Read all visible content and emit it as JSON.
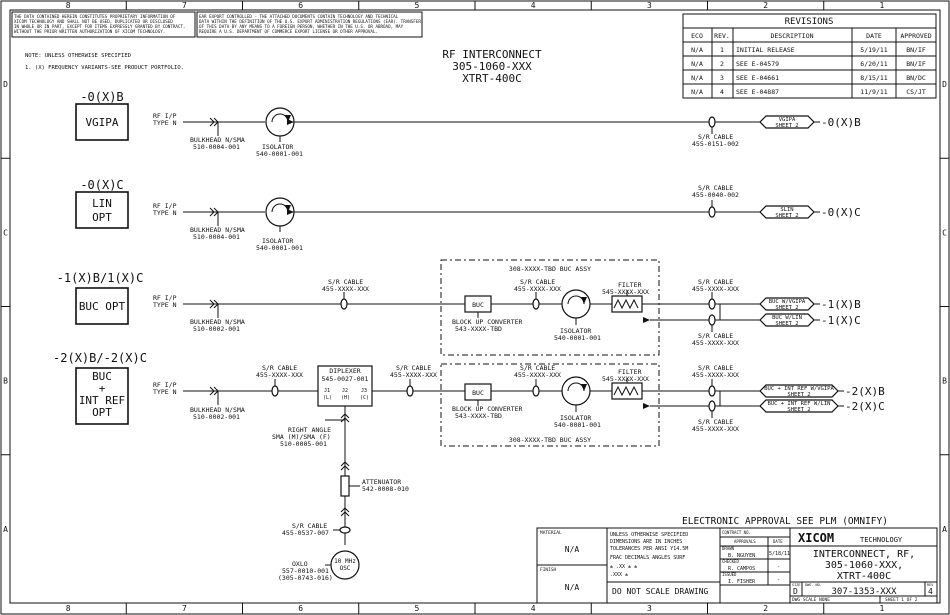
{
  "zones": {
    "columns": [
      "8",
      "7",
      "6",
      "5",
      "4",
      "3",
      "2",
      "1"
    ],
    "rows": [
      "D",
      "C",
      "B",
      "A"
    ]
  },
  "notices": {
    "proprietary": [
      "THE DATA CONTAINED HEREIN CONSTITUTES PROPRIETARY INFORMATION OF",
      "XICOM TECHNOLOGY AND SHALL NOT BE USED, DUPLICATED OR DISCLOSED",
      "IN WHOLE OR IN PART, EXCEPT FOR ITEMS EXPRESSLY GRANTED BY CONTRACT,",
      "WITHOUT THE PRIOR WRITTEN AUTHORIZATION OF XICOM TECHNOLOGY."
    ],
    "export": [
      "EAR EXPORT CONTROLLED - THE ATTACHED DOCUMENTS CONTAIN TECHNOLOGY AND TECHNICAL",
      "DATA WITHIN THE DEFINITION OF THE U.S. EXPORT ADMINISTRATION REGULATIONS (EAR). TRANSFER",
      "OF THIS DATA BY ANY MEANS TO A FOREIGN PERSON, WHETHER IN THE U.S. OR ABROAD, MAY",
      "REQUIRE A U.S. DEPARTMENT OF COMMERCE EXPORT LICENSE OR OTHER APPROVAL."
    ]
  },
  "notes": {
    "line1": "NOTE: UNLESS OTHERWISE SPECIFIED",
    "line2": "1. (X) FREQUENCY VARIANTS-SEE PRODUCT PORTFOLIO."
  },
  "title_block_top": {
    "line1": "RF INTERCONNECT",
    "line2": "305-1060-XXX",
    "line3": "XTRT-400C"
  },
  "revisions": {
    "title": "REVISIONS",
    "headers": [
      "ECO",
      "REV.",
      "DESCRIPTION",
      "DATE",
      "APPROVED"
    ],
    "rows": [
      [
        "N/A",
        "1",
        "INITIAL RELEASE",
        "5/19/11",
        "BN/IF"
      ],
      [
        "N/A",
        "2",
        "SEE E-04579",
        "6/20/11",
        "BN/IF"
      ],
      [
        "N/A",
        "3",
        "SEE E-04661",
        "8/15/11",
        "BN/DC"
      ],
      [
        "N/A",
        "4",
        "SEE E-04887",
        "11/9/11",
        "CS/JT"
      ]
    ]
  },
  "options": [
    {
      "code": "-0(X)B",
      "label": [
        "VGIPA"
      ]
    },
    {
      "code": "-0(X)C",
      "label": [
        "LIN",
        "OPT"
      ]
    },
    {
      "code": "-1(X)B/1(X)C",
      "label": [
        "BUC OPT"
      ]
    },
    {
      "code": "-2(X)B/-2(X)C",
      "label": [
        "BUC",
        "+",
        "INT REF",
        "OPT"
      ]
    }
  ],
  "labels": {
    "rf_ip": "RF I/P",
    "type_n": "TYPE N",
    "bulkhead_n_sma": "BULKHEAD N/SMA",
    "bulkhead_pn_4": "510-0004-001",
    "bulkhead_pn_2": "510-0002-001",
    "isolator": "ISOLATOR",
    "isolator_pn_a": "540-0001-001",
    "isolator_pn_b": "540-0001-001",
    "isolator_pn_c": "540-0001-001",
    "isolator_pn_d": "540-0001-001",
    "sr_cable": "S/R CABLE",
    "cable_0151": "455-0151-002",
    "cable_0040": "455-0040-002",
    "cable_xxxx": "455-XXXX-XXX",
    "cable_0537": "455-0537-007",
    "buc_assy": "308-XXXX-TBD BUC ASSY",
    "buc": "BUC",
    "block_up": "BLOCK UP CONVERTER",
    "block_up_pn": "543-XXXX-TBD",
    "filter": "FILTER",
    "filter_pn": "545-XXXX-XXX",
    "diplexer": "DIPLEXER",
    "diplexer_pn": "545-0027-001",
    "j1": "J1",
    "j1b": "(L)",
    "j2": "J2",
    "j2b": "(H)",
    "j3": "J3",
    "j3b": "(C)",
    "right_angle": "RIGHT ANGLE",
    "right_angle_2": "SMA (M)/SMA (F)",
    "right_angle_pn": "510-0005-001",
    "attenuator": "ATTENUATOR",
    "attenuator_pn": "542-0008-010",
    "oxlo": "OXLO",
    "oxlo_pn1": "557-0010-001",
    "oxlo_pn2": "(305-0743-016)",
    "osc_1": "10 MHz",
    "osc_2": "OSC"
  },
  "sheet_refs": [
    {
      "text": [
        "VGIPA",
        "SHEET 2"
      ],
      "code": "-0(X)B"
    },
    {
      "text": [
        "SLIN",
        "SHEET 2"
      ],
      "code": "-0(X)C"
    },
    {
      "text": [
        "BUC W/VGIPA",
        "SHEET 2"
      ],
      "code": "-1(X)B"
    },
    {
      "text": [
        "BUC W/LIN",
        "SHEET 2"
      ],
      "code": "-1(X)C"
    },
    {
      "text": [
        "BUC + INT REF W/VGIPA",
        "SHEET 2"
      ],
      "code": "-2(X)B"
    },
    {
      "text": [
        "BUC + INT REF W/LIN",
        "SHEET 2"
      ],
      "code": "-2(X)C"
    }
  ],
  "title_block": {
    "approval": "ELECTRONIC APPROVAL SEE PLM (OMNIFY)",
    "material": "MATERIAL",
    "material_val": "N/A",
    "finish": "FINISH",
    "finish_val": "N/A",
    "tol1": "UNLESS OTHERWISE SPECIFIED",
    "tol2": "DIMENSIONS ARE IN INCHES",
    "tol3": "TOLERANCES PER ANSI Y14.5M",
    "tol4": "FRAC  DECIMALS  ANGLES  SURF",
    "tol5": "±      .XX ±      ±",
    "tol6": "       .XXX ±",
    "no_scale": "DO NOT SCALE DRAWING",
    "contract": "CONTRACT NO.",
    "approvals": "APPROVALS",
    "date": "DATE",
    "drawn": "DRAWN",
    "drawn_name": "B. NGUYEN",
    "drawn_date": "5/18/11",
    "checked": "CHECKED",
    "checked_name": "R. CAMPOS",
    "checked_date": "-",
    "issued": "ISSUED",
    "issued_name": "I. FISHER",
    "issued_date": "-",
    "company": "XICOM",
    "company2": "TECHNOLOGY",
    "title1": "INTERCONNECT, RF,",
    "title2": "305-1060-XXX,",
    "title3": "XTRT-400C",
    "size_lbl": "SIZE",
    "size": "D",
    "dwg_lbl": "DWG. NO.",
    "dwg": "307-1353-XXX",
    "rev_lbl": "REV",
    "rev": "4",
    "scale": "DWG SCALE NONE",
    "sheet": "SHEET 1 OF 2"
  }
}
